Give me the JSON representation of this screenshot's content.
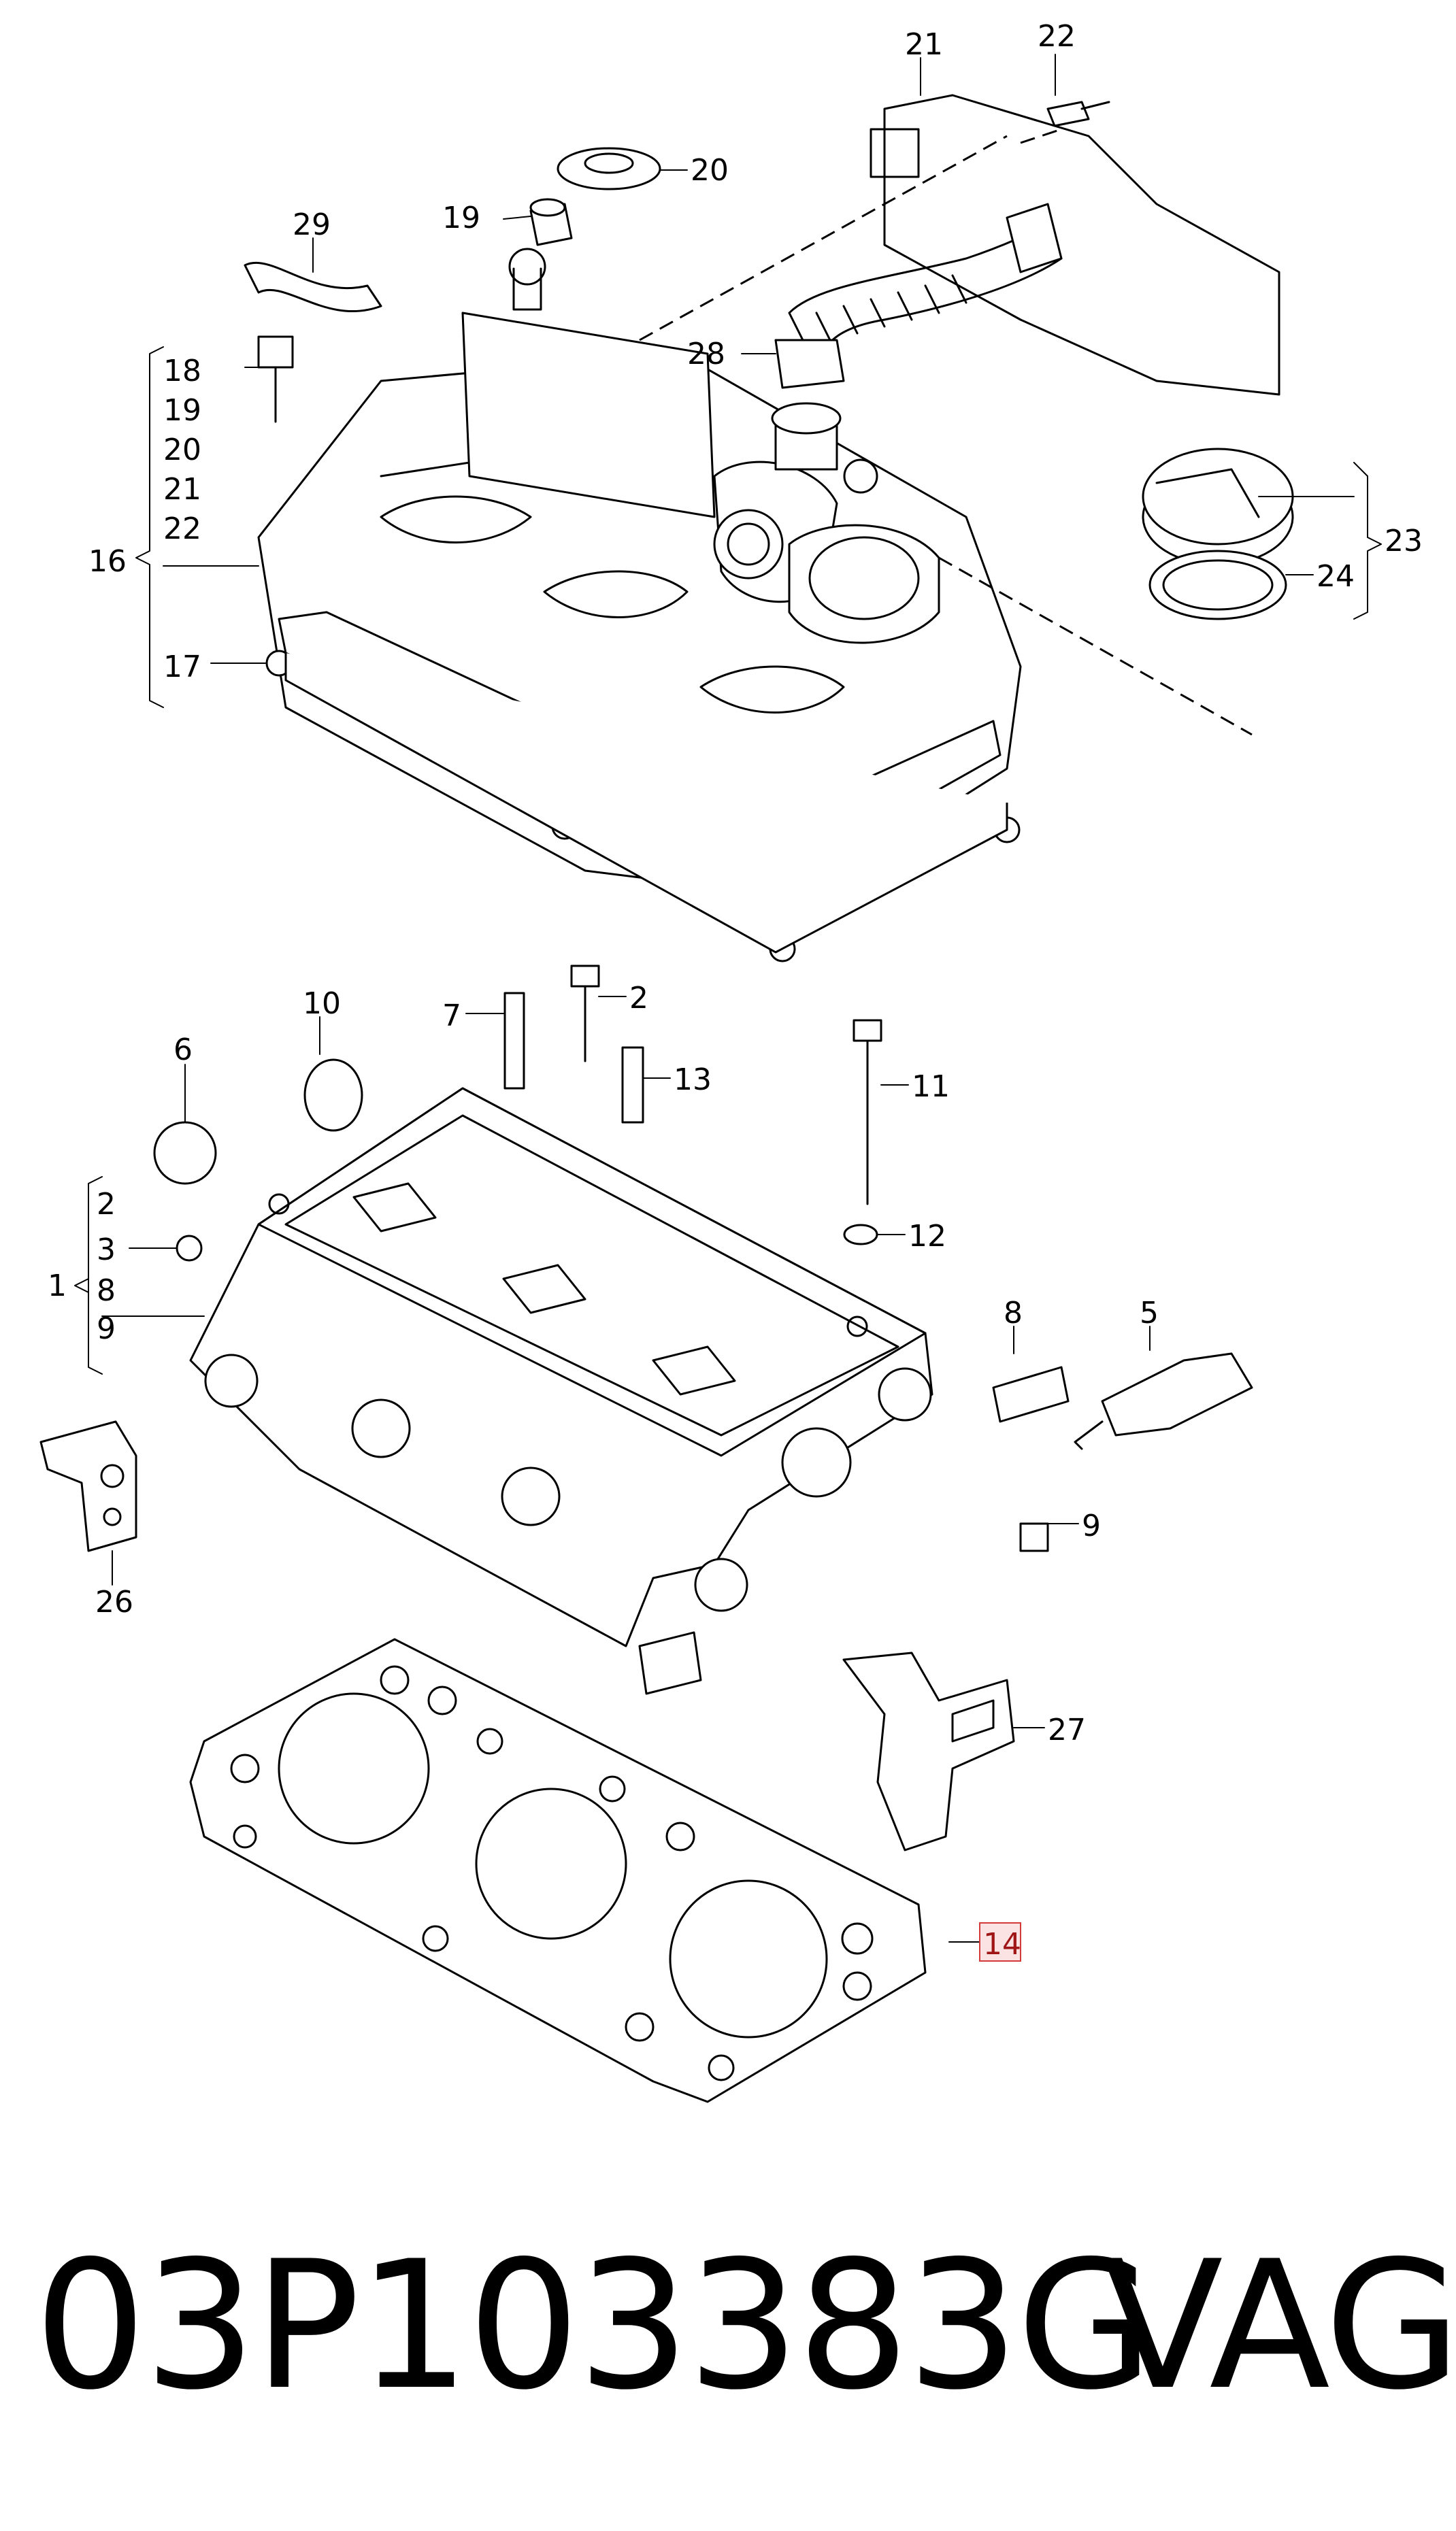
{
  "callouts": {
    "c1": "1",
    "c2a": "2",
    "c2b": "2",
    "c3": "3",
    "c5": "5",
    "c6": "6",
    "c7": "7",
    "c8a": "8",
    "c8b": "8",
    "c9a": "9",
    "c9b": "9",
    "c10": "10",
    "c11": "11",
    "c12": "12",
    "c13": "13",
    "c14": "14",
    "c16": "16",
    "c17": "17",
    "c18": "18",
    "c19a": "19",
    "c19b": "19",
    "c20a": "20",
    "c20b": "20",
    "c21a": "21",
    "c21b": "21",
    "c22a": "22",
    "c22b": "22",
    "c23": "23",
    "c24": "24",
    "c26": "26",
    "c27": "27",
    "c28": "28",
    "c29": "29"
  },
  "highlight": {
    "callout": "14",
    "color": "#d33a3a",
    "fill": "#fbe3e3"
  },
  "footer": {
    "part_number": "03P103383G",
    "brand": "VAG"
  }
}
